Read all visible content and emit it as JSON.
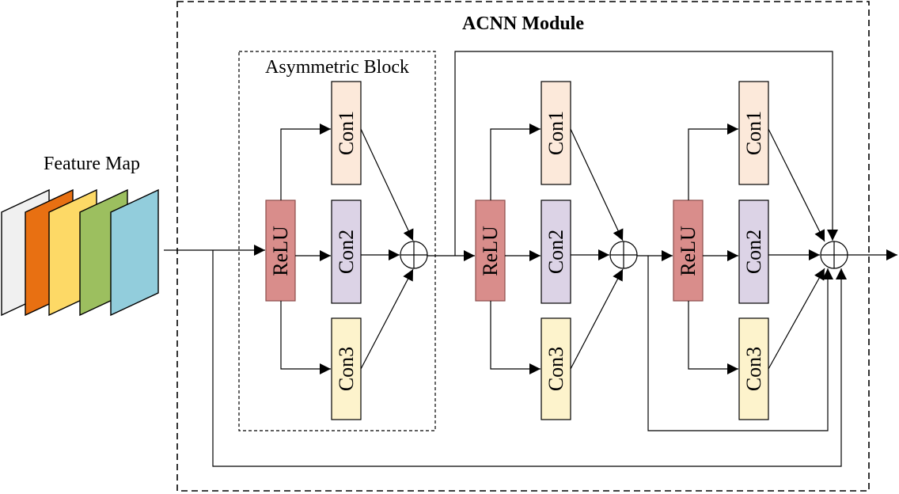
{
  "module": {
    "title": "ACNN Module"
  },
  "block": {
    "title": "Asymmetric Block"
  },
  "input": {
    "label": "Feature Map",
    "layer_colors": [
      "#f0f0f0",
      "#e87012",
      "#fdd966",
      "#9cbf5f",
      "#92cddc"
    ]
  },
  "nodes": {
    "relu_label": "ReLU",
    "conv1_label": "Con1",
    "conv2_label": "Con2",
    "conv3_label": "Con3"
  },
  "colors": {
    "relu_fill": "#d98d8b",
    "relu_stroke": "#8b4d4b",
    "conv1_fill": "#fce9da",
    "conv2_fill": "#dcd3e6",
    "conv3_fill": "#fdf3cc"
  }
}
